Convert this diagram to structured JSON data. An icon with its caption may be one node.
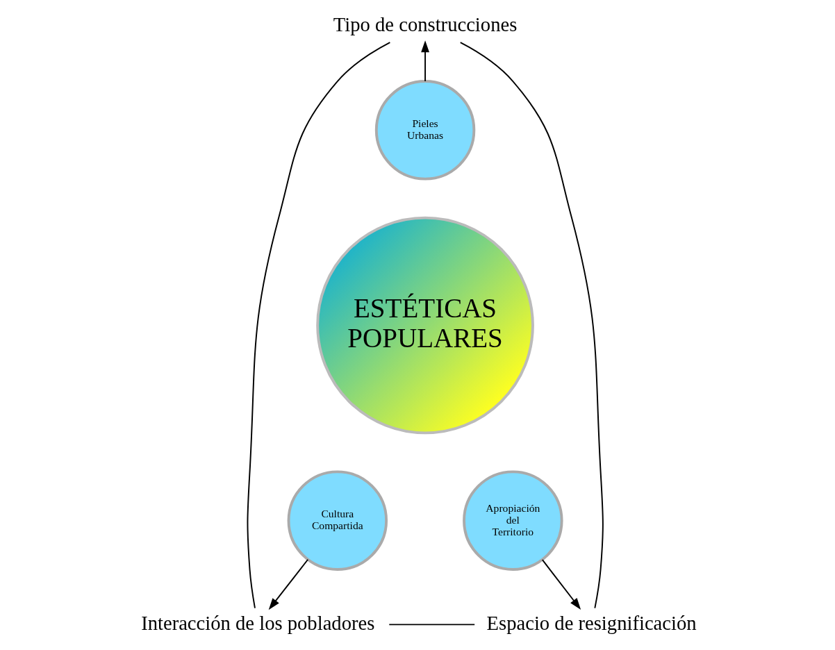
{
  "diagram": {
    "nodes": [
      {
        "text": [
          "Tipo de construcciones"
        ]
      },
      {
        "text": [
          "Interacción de los pobladores"
        ]
      },
      {
        "text": [
          "Espacio de resignificación"
        ]
      },
      {
        "text": [
          "ESTÉTICAS POPULARES"
        ]
      },
      {
        "text": [
          "Pieles Urbanas"
        ]
      },
      {
        "text": [
          "Cultura Compartida"
        ]
      },
      {
        "text": [
          "Apropiación del Territorio"
        ]
      }
    ],
    "edges": [
      {
        "from": 0,
        "to": 1,
        "arrow": "none"
      },
      {
        "from": 0,
        "to": 2,
        "arrow": "none"
      },
      {
        "from": 1,
        "to": 2,
        "arrow": "none"
      },
      {
        "from": 4,
        "to": 0,
        "arrow": "to"
      },
      {
        "from": 5,
        "to": 1,
        "arrow": "to"
      },
      {
        "from": 6,
        "to": 2,
        "arrow": "to"
      }
    ]
  }
}
